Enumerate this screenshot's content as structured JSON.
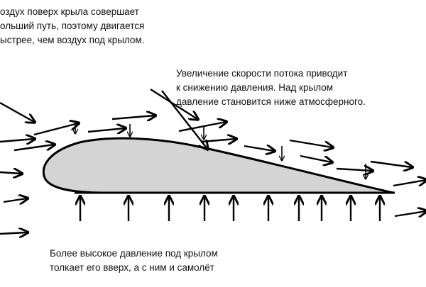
{
  "captions": {
    "top_left": "оздух поверх крыла совершает\nольший путь, поэтому двигается\nыстрее, чем воздух под крылом.",
    "top_right": "Увеличение скорости потока приводит\nк снижению давления. Над крылом\nдавление становится ниже атмосферного.",
    "bottom": "Более высокое давление под крылом\nтолкает его вверх, а с ним и самолёт"
  },
  "colors": {
    "wing_fill": "#d4d4d4",
    "stroke": "#000000",
    "background": "#ffffff"
  }
}
